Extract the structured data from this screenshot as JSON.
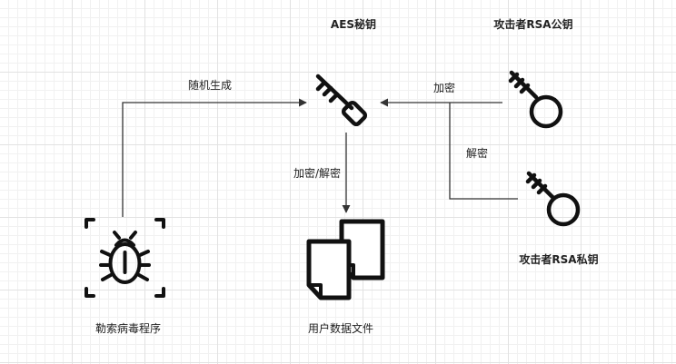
{
  "nodes": {
    "aes_key": {
      "label": "AES秘钥",
      "icon": "key-icon"
    },
    "rsa_public_key": {
      "label": "攻击者RSA公钥",
      "icon": "key-icon"
    },
    "rsa_private_key": {
      "label": "攻击者RSA私钥",
      "icon": "key-icon"
    },
    "ransomware": {
      "label": "勒索病毒程序",
      "icon": "bug-icon"
    },
    "user_files": {
      "label": "用户数据文件",
      "icon": "files-icon"
    }
  },
  "edges": {
    "ransomware_to_aes": {
      "label": "随机生成"
    },
    "aes_to_files": {
      "label": "加密/解密"
    },
    "public_to_aes": {
      "label": "加密"
    },
    "private_to_aes": {
      "label": "解密"
    }
  },
  "colors": {
    "line": "#333333",
    "icon": "#111111",
    "grid": "#e2e2e2"
  }
}
